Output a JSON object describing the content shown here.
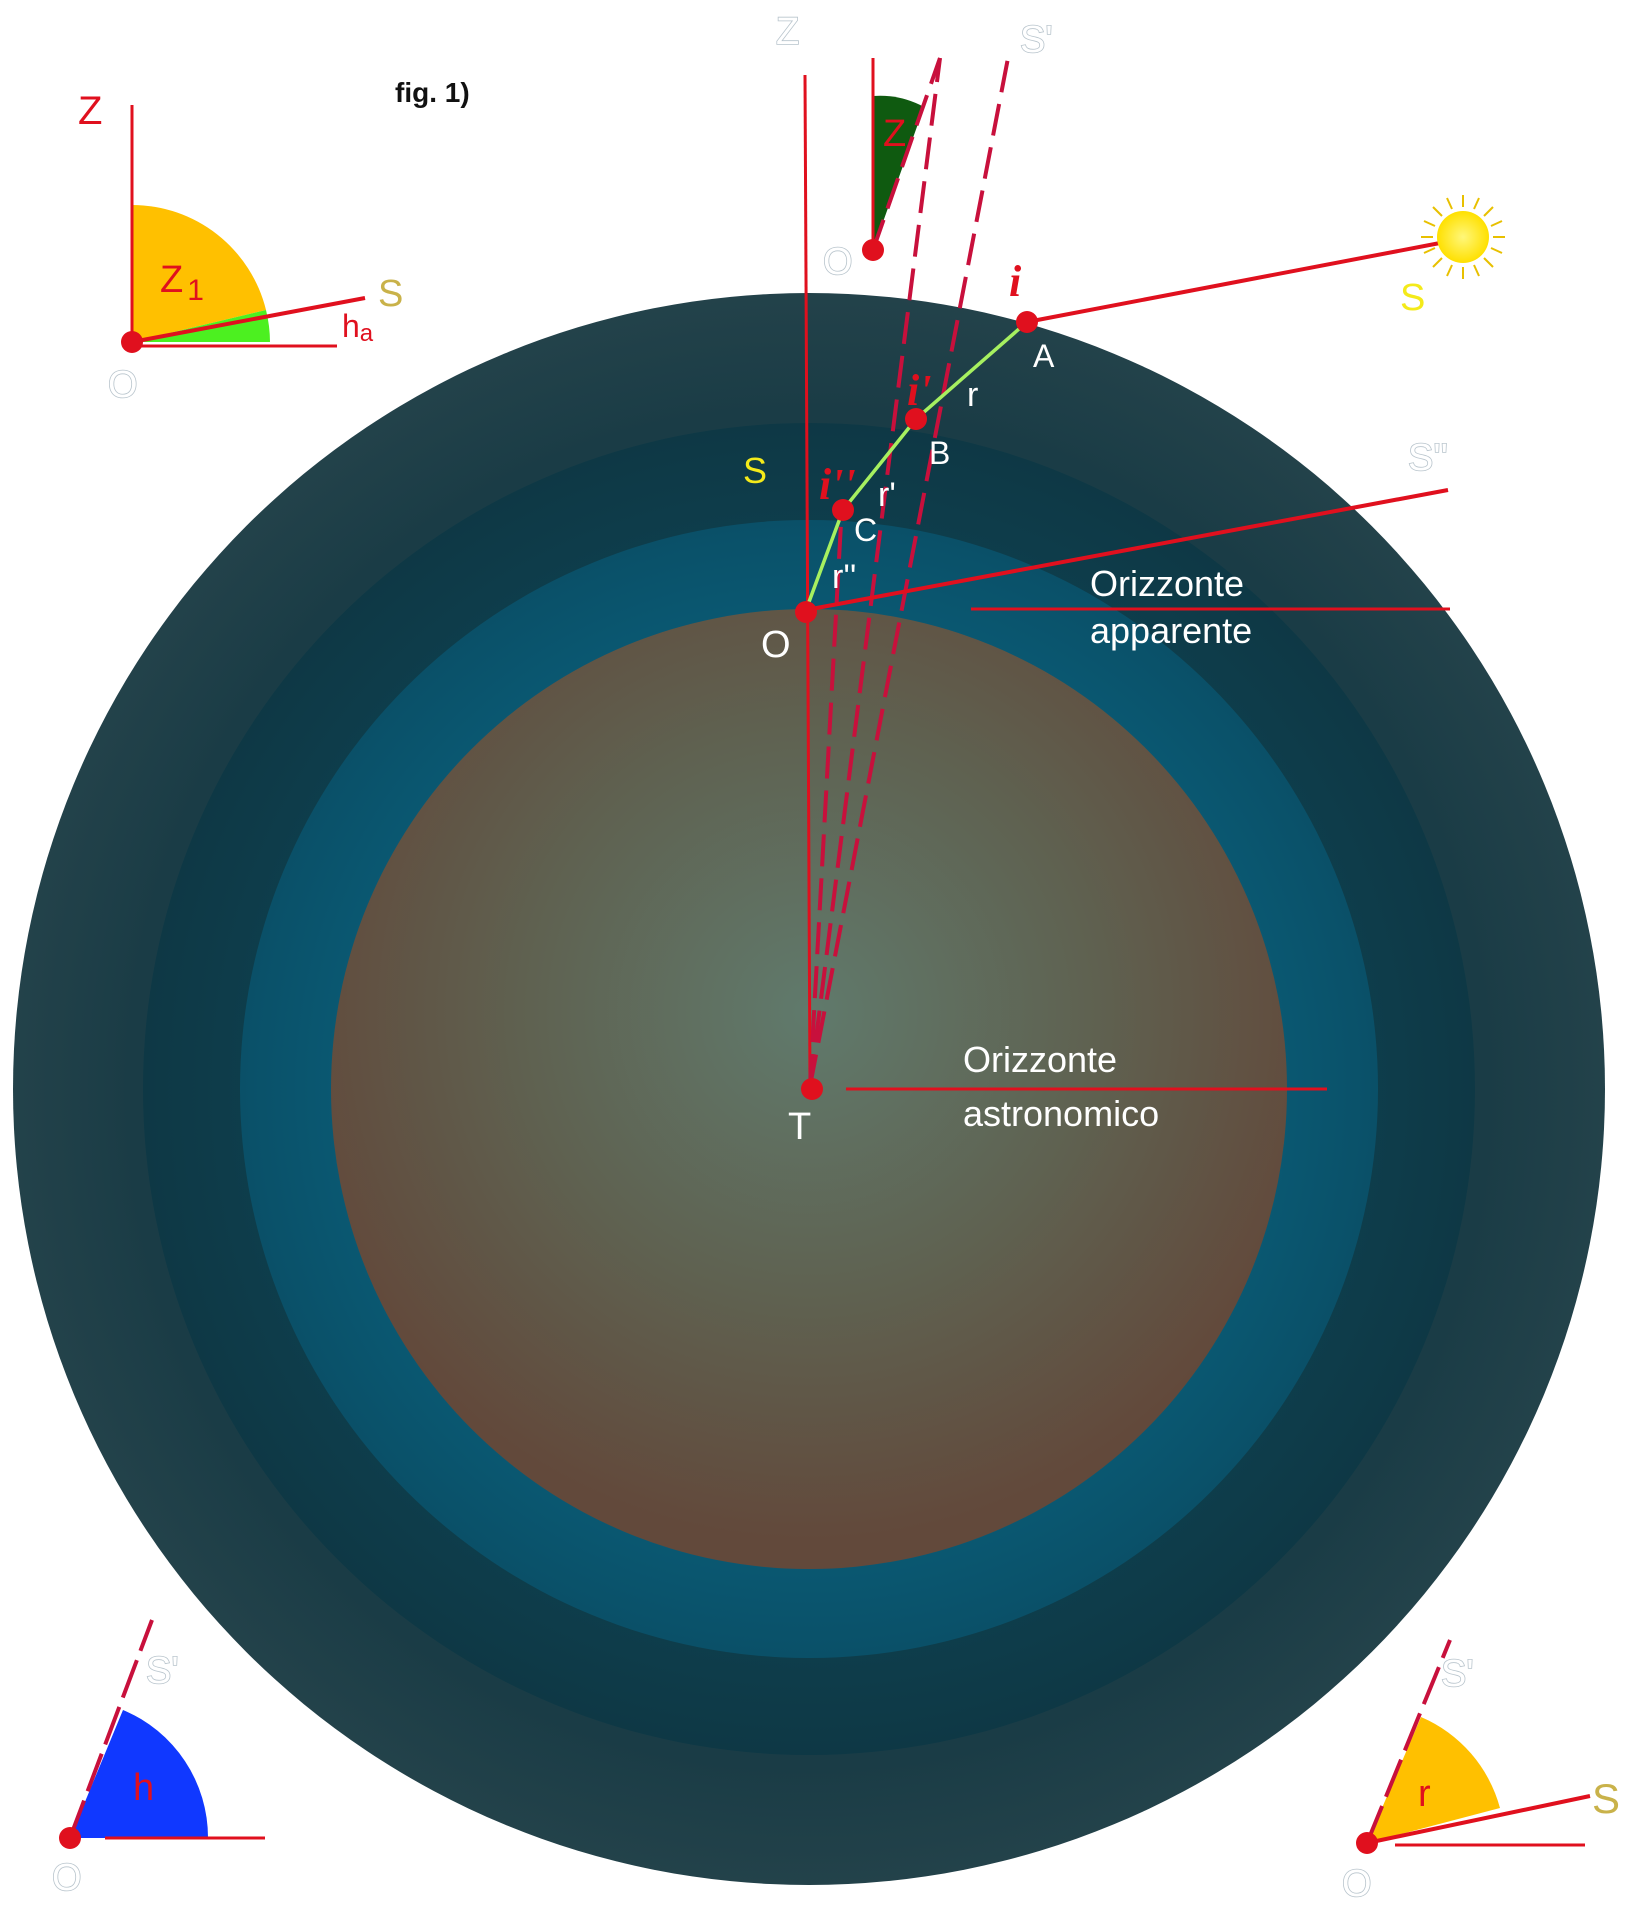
{
  "figure_label": "fig. 1)",
  "main": {
    "zenith": "Z",
    "star_prime": "S'",
    "star_double_prime": "S''",
    "star_true": "S",
    "star_apparent": "S",
    "observer_top": "O",
    "zenith_angle": "Z",
    "observer": "O",
    "earth_center": "T",
    "point_a": "A",
    "point_b": "B",
    "point_c": "C",
    "incidence_1": "i",
    "incidence_2": "i'",
    "incidence_3": "i''",
    "refraction_1": "r",
    "refraction_2": "r'",
    "refraction_3": "r''",
    "horizon_apparent_line1": "Orizzonte",
    "horizon_apparent_line2": "apparente",
    "horizon_astro_line1": "Orizzonte",
    "horizon_astro_line2": "astronomico"
  },
  "inset_top_left": {
    "zenith": "Z",
    "angle": "Z",
    "angle_sub": "1",
    "star": "S",
    "height": "h",
    "height_sub": "a",
    "observer": "O"
  },
  "inset_bottom_left": {
    "star": "S'",
    "angle": "h",
    "observer": "O"
  },
  "inset_bottom_right": {
    "star_prime": "S'",
    "angle": "r",
    "star": "S",
    "observer": "O"
  },
  "colors": {
    "earth": "#5e4d3f",
    "inner_shell": "#0a6f8c",
    "outer_shell": "#1e3d46",
    "lines": "#e0101e",
    "ray": "#9cf060",
    "sun": "#ffe600"
  }
}
